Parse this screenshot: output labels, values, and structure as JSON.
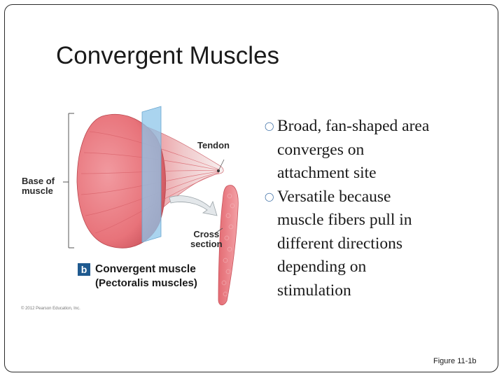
{
  "slide": {
    "title": "Convergent Muscles"
  },
  "figure": {
    "labels": {
      "tendon": "Tendon",
      "base_line1": "Base of",
      "base_line2": "muscle",
      "cross_line1": "Cross",
      "cross_line2": "section"
    },
    "badge": "b",
    "caption_main": "Convergent muscle",
    "caption_sub": "(Pectoralis muscles)",
    "copyright": "© 2012 Pearson Education, Inc.",
    "colors": {
      "muscle": "#e8737a",
      "muscle_dark": "#c9525b",
      "plane": "#8ec5ea",
      "tendon": "#f2e6e6",
      "badge": "#1f5a8f"
    }
  },
  "bullets": [
    {
      "marker_icon": "hollow-bullet-icon",
      "lines": [
        "Broad, fan-shaped area",
        "converges on",
        "attachment site"
      ]
    },
    {
      "marker_icon": "hollow-bullet-icon",
      "lines": [
        "Versatile because",
        "muscle fibers pull in",
        "different directions",
        "depending on",
        "stimulation"
      ]
    }
  ],
  "figure_reference": "Figure 11-1b"
}
